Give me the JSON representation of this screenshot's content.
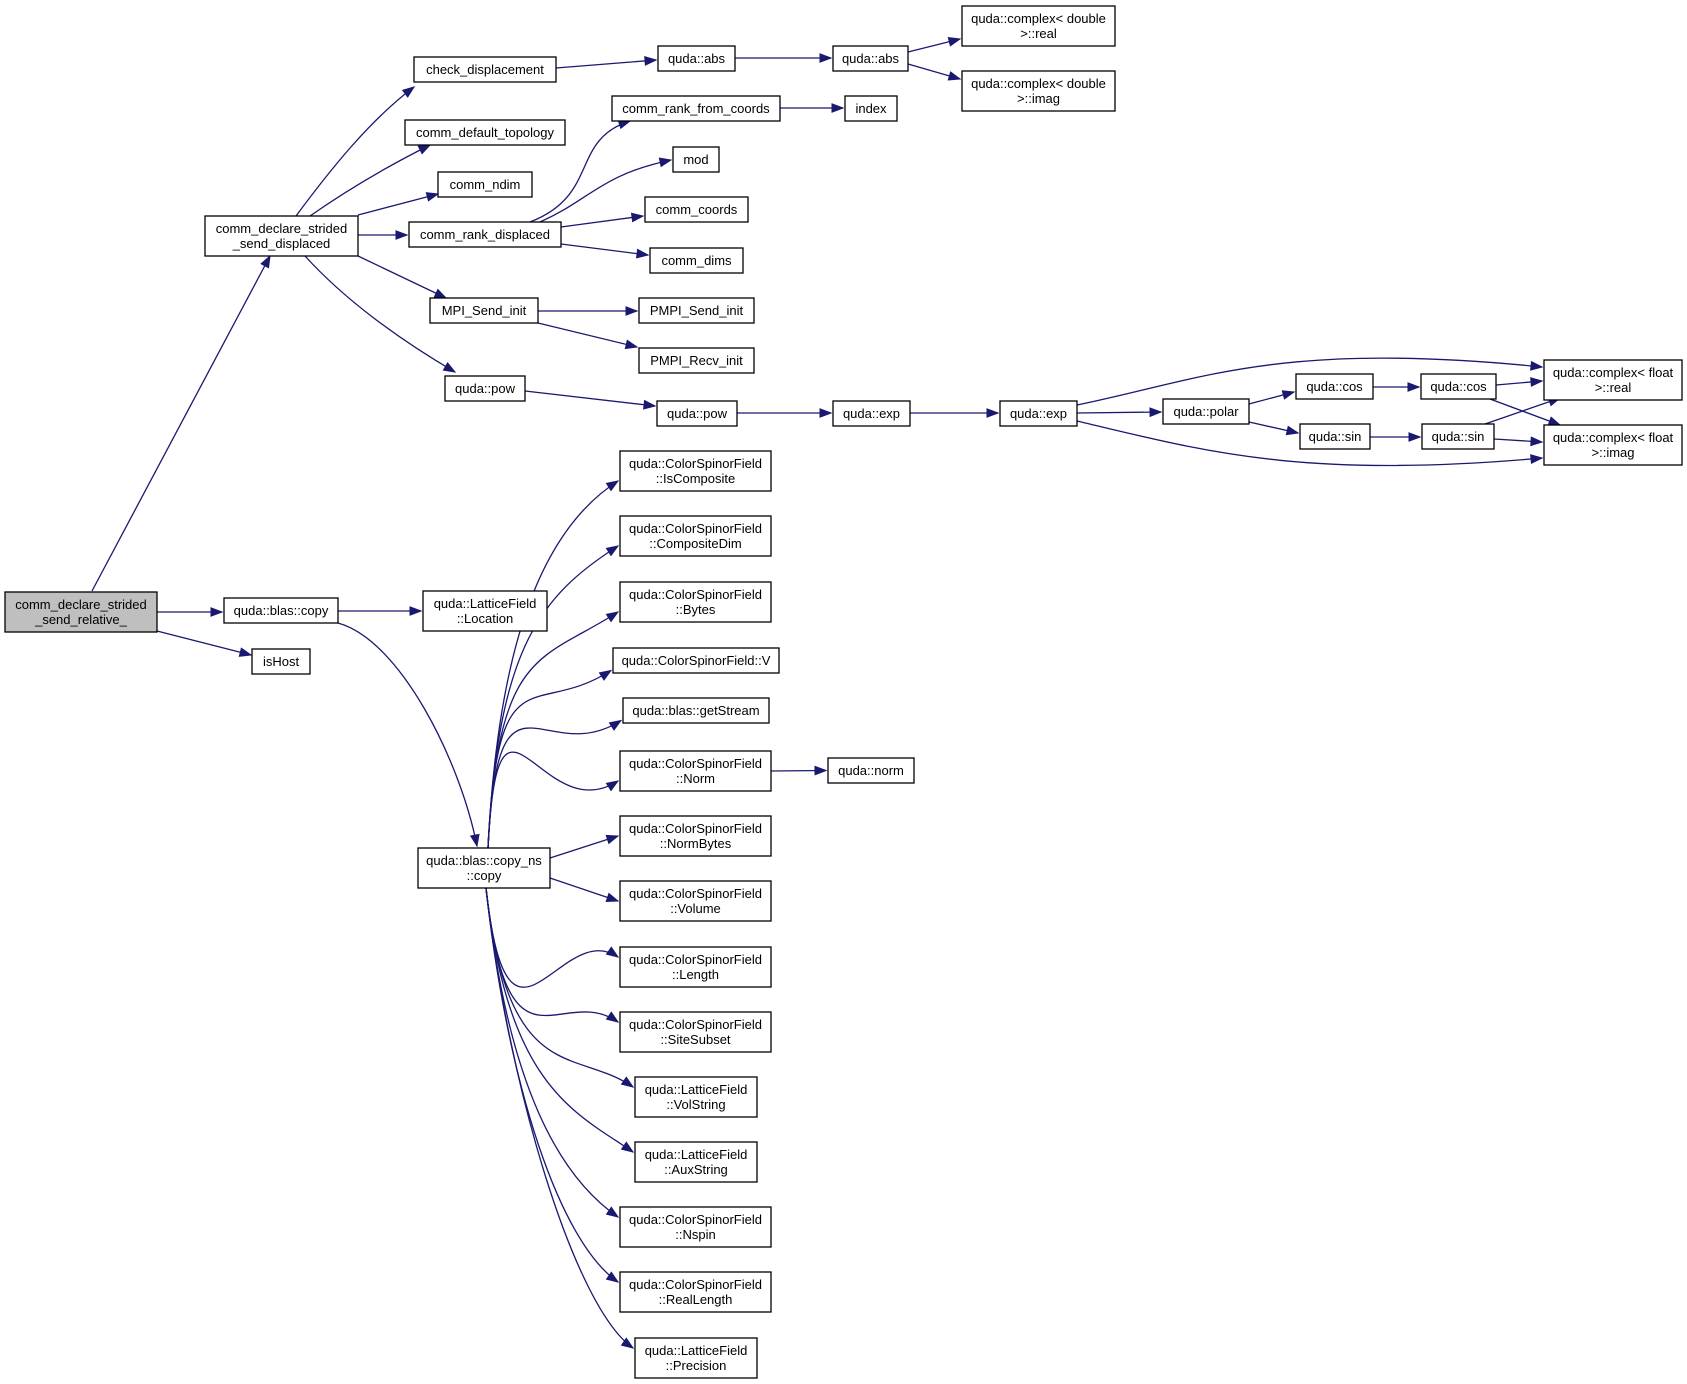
{
  "colors": {
    "edge": "#191970",
    "root_fill": "#bfbfbf",
    "node_fill": "#ffffff",
    "node_border": "#000000"
  },
  "nodes": [
    {
      "id": "root",
      "lines": [
        "comm_declare_strided",
        "_send_relative_"
      ],
      "root": true
    },
    {
      "id": "csd",
      "lines": [
        "comm_declare_strided",
        "_send_displaced"
      ]
    },
    {
      "id": "check_disp",
      "lines": [
        "check_displacement"
      ]
    },
    {
      "id": "default_topo",
      "lines": [
        "comm_default_topology"
      ]
    },
    {
      "id": "ndim",
      "lines": [
        "comm_ndim"
      ]
    },
    {
      "id": "rank_disp",
      "lines": [
        "comm_rank_displaced"
      ]
    },
    {
      "id": "mpi_send",
      "lines": [
        "MPI_Send_init"
      ]
    },
    {
      "id": "qpow1",
      "lines": [
        "quda::pow"
      ]
    },
    {
      "id": "qabs1",
      "lines": [
        "quda::abs"
      ]
    },
    {
      "id": "qabs2",
      "lines": [
        "quda::abs"
      ]
    },
    {
      "id": "cd_real",
      "lines": [
        "quda::complex< double",
        ">::real"
      ]
    },
    {
      "id": "cd_imag",
      "lines": [
        "quda::complex< double",
        ">::imag"
      ]
    },
    {
      "id": "rank_from",
      "lines": [
        "comm_rank_from_coords"
      ]
    },
    {
      "id": "index",
      "lines": [
        "index"
      ]
    },
    {
      "id": "mod",
      "lines": [
        "mod"
      ]
    },
    {
      "id": "coords",
      "lines": [
        "comm_coords"
      ]
    },
    {
      "id": "dims",
      "lines": [
        "comm_dims"
      ]
    },
    {
      "id": "pmpi_send",
      "lines": [
        "PMPI_Send_init"
      ]
    },
    {
      "id": "pmpi_recv",
      "lines": [
        "PMPI_Recv_init"
      ]
    },
    {
      "id": "qpow2",
      "lines": [
        "quda::pow"
      ]
    },
    {
      "id": "qexp1",
      "lines": [
        "quda::exp"
      ]
    },
    {
      "id": "qexp2",
      "lines": [
        "quda::exp"
      ]
    },
    {
      "id": "polar",
      "lines": [
        "quda::polar"
      ]
    },
    {
      "id": "qcos1",
      "lines": [
        "quda::cos"
      ]
    },
    {
      "id": "qcos2",
      "lines": [
        "quda::cos"
      ]
    },
    {
      "id": "qsin1",
      "lines": [
        "quda::sin"
      ]
    },
    {
      "id": "qsin2",
      "lines": [
        "quda::sin"
      ]
    },
    {
      "id": "cf_real",
      "lines": [
        "quda::complex< float",
        ">::real"
      ]
    },
    {
      "id": "cf_imag",
      "lines": [
        "quda::complex< float",
        ">::imag"
      ]
    },
    {
      "id": "blas_copy",
      "lines": [
        "quda::blas::copy"
      ]
    },
    {
      "id": "ishost",
      "lines": [
        "isHost"
      ]
    },
    {
      "id": "lf_location",
      "lines": [
        "quda::LatticeField",
        "::Location"
      ]
    },
    {
      "id": "copy_ns",
      "lines": [
        "quda::blas::copy_ns",
        "::copy"
      ]
    },
    {
      "id": "csf_iscomp",
      "lines": [
        "quda::ColorSpinorField",
        "::IsComposite"
      ]
    },
    {
      "id": "csf_compdim",
      "lines": [
        "quda::ColorSpinorField",
        "::CompositeDim"
      ]
    },
    {
      "id": "csf_bytes",
      "lines": [
        "quda::ColorSpinorField",
        "::Bytes"
      ]
    },
    {
      "id": "csf_v",
      "lines": [
        "quda::ColorSpinorField::V"
      ]
    },
    {
      "id": "getstream",
      "lines": [
        "quda::blas::getStream"
      ]
    },
    {
      "id": "csf_norm",
      "lines": [
        "quda::ColorSpinorField",
        "::Norm"
      ]
    },
    {
      "id": "qnorm",
      "lines": [
        "quda::norm"
      ]
    },
    {
      "id": "csf_normbytes",
      "lines": [
        "quda::ColorSpinorField",
        "::NormBytes"
      ]
    },
    {
      "id": "csf_volume",
      "lines": [
        "quda::ColorSpinorField",
        "::Volume"
      ]
    },
    {
      "id": "csf_length",
      "lines": [
        "quda::ColorSpinorField",
        "::Length"
      ]
    },
    {
      "id": "csf_sitesubset",
      "lines": [
        "quda::ColorSpinorField",
        "::SiteSubset"
      ]
    },
    {
      "id": "lf_volstring",
      "lines": [
        "quda::LatticeField",
        "::VolString"
      ]
    },
    {
      "id": "lf_auxstring",
      "lines": [
        "quda::LatticeField",
        "::AuxString"
      ]
    },
    {
      "id": "csf_nspin",
      "lines": [
        "quda::ColorSpinorField",
        "::Nspin"
      ]
    },
    {
      "id": "csf_reallength",
      "lines": [
        "quda::ColorSpinorField",
        "::RealLength"
      ]
    },
    {
      "id": "lf_precision",
      "lines": [
        "quda::LatticeField",
        "::Precision"
      ]
    }
  ],
  "edges": [
    {
      "from": "root",
      "to": "csd"
    },
    {
      "from": "root",
      "to": "blas_copy"
    },
    {
      "from": "root",
      "to": "ishost"
    },
    {
      "from": "csd",
      "to": "check_disp"
    },
    {
      "from": "csd",
      "to": "default_topo"
    },
    {
      "from": "csd",
      "to": "ndim"
    },
    {
      "from": "csd",
      "to": "rank_disp"
    },
    {
      "from": "csd",
      "to": "mpi_send"
    },
    {
      "from": "csd",
      "to": "qpow1"
    },
    {
      "from": "check_disp",
      "to": "qabs1"
    },
    {
      "from": "qabs1",
      "to": "qabs2"
    },
    {
      "from": "qabs2",
      "to": "cd_real"
    },
    {
      "from": "qabs2",
      "to": "cd_imag"
    },
    {
      "from": "rank_disp",
      "to": "rank_from"
    },
    {
      "from": "rank_disp",
      "to": "mod"
    },
    {
      "from": "rank_disp",
      "to": "coords"
    },
    {
      "from": "rank_disp",
      "to": "dims"
    },
    {
      "from": "rank_from",
      "to": "index"
    },
    {
      "from": "mpi_send",
      "to": "pmpi_send"
    },
    {
      "from": "mpi_send",
      "to": "pmpi_recv"
    },
    {
      "from": "qpow1",
      "to": "qpow2"
    },
    {
      "from": "qpow2",
      "to": "qexp1"
    },
    {
      "from": "qexp1",
      "to": "qexp2"
    },
    {
      "from": "qexp2",
      "to": "polar"
    },
    {
      "from": "qexp2",
      "to": "cf_real"
    },
    {
      "from": "qexp2",
      "to": "cf_imag"
    },
    {
      "from": "polar",
      "to": "qcos1"
    },
    {
      "from": "polar",
      "to": "qsin1"
    },
    {
      "from": "qcos1",
      "to": "qcos2"
    },
    {
      "from": "qsin1",
      "to": "qsin2"
    },
    {
      "from": "qcos2",
      "to": "cf_real"
    },
    {
      "from": "qcos2",
      "to": "cf_imag"
    },
    {
      "from": "qsin2",
      "to": "cf_real"
    },
    {
      "from": "qsin2",
      "to": "cf_imag"
    },
    {
      "from": "blas_copy",
      "to": "lf_location"
    },
    {
      "from": "blas_copy",
      "to": "copy_ns"
    },
    {
      "from": "copy_ns",
      "to": "csf_iscomp"
    },
    {
      "from": "copy_ns",
      "to": "csf_compdim"
    },
    {
      "from": "copy_ns",
      "to": "csf_bytes"
    },
    {
      "from": "copy_ns",
      "to": "csf_v"
    },
    {
      "from": "copy_ns",
      "to": "getstream"
    },
    {
      "from": "copy_ns",
      "to": "csf_norm"
    },
    {
      "from": "copy_ns",
      "to": "csf_normbytes"
    },
    {
      "from": "copy_ns",
      "to": "csf_volume"
    },
    {
      "from": "copy_ns",
      "to": "csf_length"
    },
    {
      "from": "copy_ns",
      "to": "csf_sitesubset"
    },
    {
      "from": "copy_ns",
      "to": "lf_volstring"
    },
    {
      "from": "copy_ns",
      "to": "lf_auxstring"
    },
    {
      "from": "copy_ns",
      "to": "csf_nspin"
    },
    {
      "from": "copy_ns",
      "to": "csf_reallength"
    },
    {
      "from": "copy_ns",
      "to": "lf_precision"
    },
    {
      "from": "csf_norm",
      "to": "qnorm"
    }
  ]
}
